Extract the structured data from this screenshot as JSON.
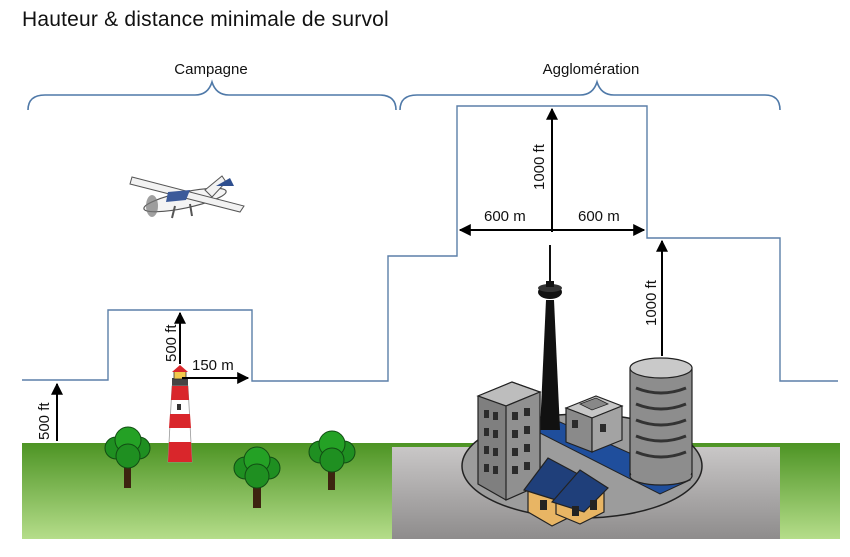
{
  "title": "Hauteur & distance minimale de survol",
  "regions": {
    "countryside": "Campagne",
    "city": "Agglomération"
  },
  "measurements": {
    "ground_height": "500 ft",
    "obstacle_height": "500 ft",
    "obstacle_distance": "150 m",
    "city_height_top": "1000 ft",
    "city_distance_left": "600 m",
    "city_distance_right": "600 m",
    "city_height_right": "1000 ft"
  },
  "colors": {
    "profile_line": "#5b7fa8",
    "brace": "#4f79a8",
    "grass_top": "#5a9a2a",
    "grass_bottom": "#a6d47a",
    "road": "#1f4e9c",
    "house": "#e8b564",
    "lighthouse_red": "#d9262b"
  },
  "icons": [
    "airplane-icon",
    "lighthouse-icon",
    "tree-icon",
    "tv-tower-icon",
    "office-building-icon",
    "cylinder-tower-icon",
    "house-icon"
  ]
}
